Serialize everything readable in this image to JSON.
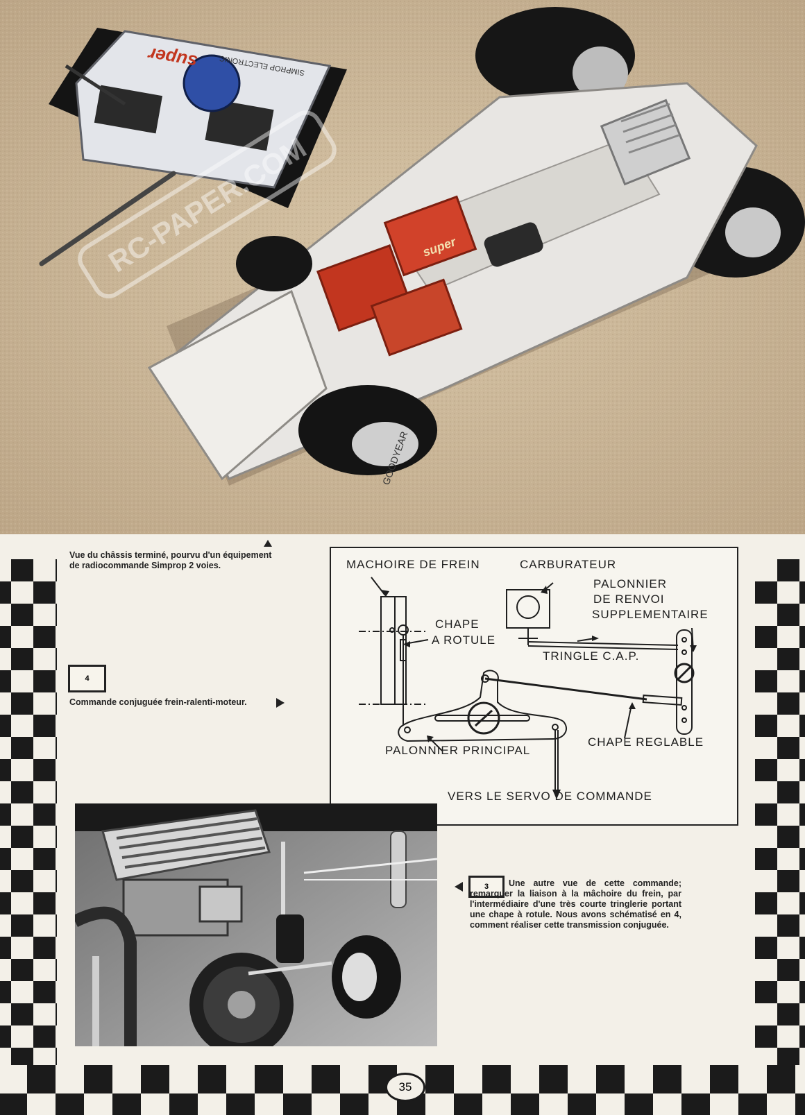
{
  "photo_top": {
    "transmitter_brand": "SIMPROP ELECTRONIC",
    "transmitter_model": "super",
    "tire_text": "GOODYEAR",
    "decal_text": "super"
  },
  "watermark": "RC-PAPER.COM",
  "captions": {
    "photo_caption": "Vue du châssis terminé, pourvu d'un équipement de radiocommande Simprop 2 voies.",
    "fig4_number": "4",
    "fig4_caption": "Commande conjuguée frein-ralenti-moteur.",
    "fig3_number": "3",
    "fig3_caption": "Une autre vue de cette commande; remarquer la liaison à la mâchoire du frein, par l'intermédiaire d'une très courte tringlerie portant une chape à rotule. Nous avons schématisé en 4, comment réaliser cette transmission conjuguée."
  },
  "diagram": {
    "brake_jaw": "MACHOIRE DE FREIN",
    "carburetor": "CARBURATEUR",
    "aux_bellcrank_1": "PALONNIER",
    "aux_bellcrank_2": "DE RENVOI",
    "aux_bellcrank_3": "SUPPLEMENTAIRE",
    "ball_clevis_1": "CHAPE",
    "ball_clevis_2": "A ROTULE",
    "cap_rod": "TRINGLE C.A.P.",
    "adjustable_clevis": "CHAPE REGLABLE",
    "main_bellcrank": "PALONNIER PRINCIPAL",
    "to_servo": "VERS LE SERVO DE COMMANDE"
  },
  "page_number": "35",
  "colors": {
    "paper": "#f3f0e8",
    "ink": "#1b1b1b",
    "servo_red": "#c2361f",
    "ground": "#c8b396"
  }
}
